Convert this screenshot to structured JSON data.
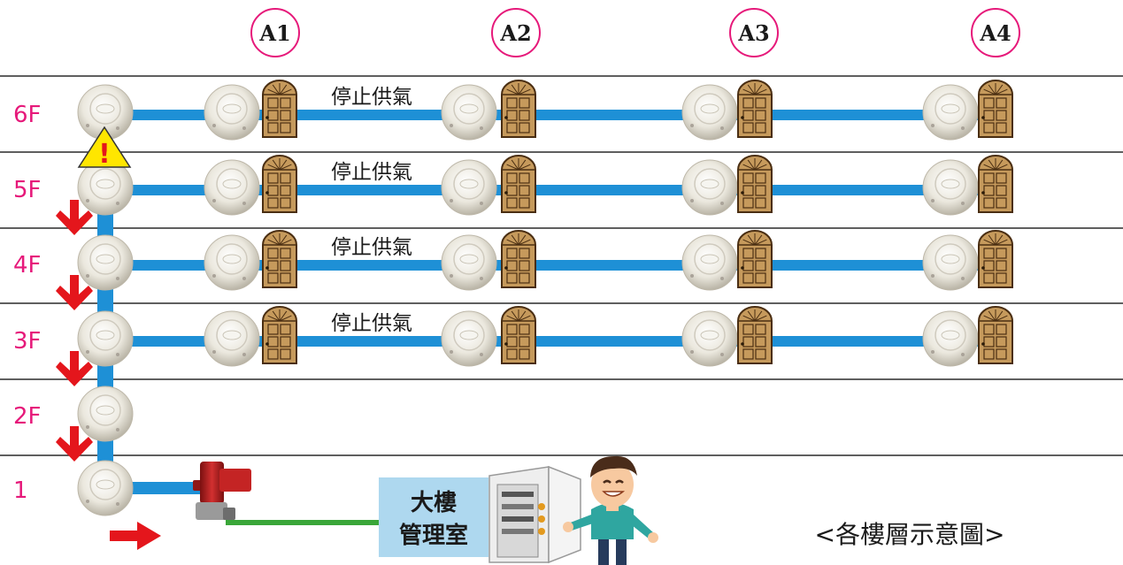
{
  "columns": [
    {
      "id": "a1",
      "label": "A1"
    },
    {
      "id": "a2",
      "label": "A2"
    },
    {
      "id": "a3",
      "label": "A3"
    },
    {
      "id": "a4",
      "label": "A4"
    }
  ],
  "floors": [
    {
      "id": "6f",
      "label": "6F",
      "units": true,
      "stop_label": "停止供氣",
      "warning": true,
      "down_arrow": false
    },
    {
      "id": "5f",
      "label": "5F",
      "units": true,
      "stop_label": "停止供氣",
      "warning": false,
      "down_arrow": true
    },
    {
      "id": "4f",
      "label": "4F",
      "units": true,
      "stop_label": "停止供氣",
      "warning": false,
      "down_arrow": true
    },
    {
      "id": "3f",
      "label": "3F",
      "units": true,
      "stop_label": "停止供氣",
      "warning": false,
      "down_arrow": true
    },
    {
      "id": "2f",
      "label": "2F",
      "units": false,
      "stop_label": "",
      "warning": false,
      "down_arrow": true
    },
    {
      "id": "1f",
      "label": "1",
      "units": false,
      "stop_label": "",
      "warning": false,
      "down_arrow": false
    }
  ],
  "management_room": {
    "line1": "大樓",
    "line2": "管理室"
  },
  "caption": "<各樓層示意圖>",
  "warning_symbol": "!",
  "colors": {
    "accent_pink": "#e6197a",
    "pipe_blue": "#1e90d6",
    "signal_green": "#3aa639",
    "arrow_red": "#e4161c",
    "door_brown": "#c69a5c",
    "room_box": "#aed8ef",
    "warning_yellow": "#ffe600"
  },
  "icons": {
    "detector": "smoke-detector-icon",
    "door": "door-icon",
    "warning": "warning-triangle-icon",
    "valve": "gas-shutoff-valve-icon",
    "panel": "control-panel-icon",
    "person": "building-manager-person-icon",
    "arrow_down": "red-down-arrow-icon",
    "arrow_right": "red-right-arrow-icon"
  }
}
